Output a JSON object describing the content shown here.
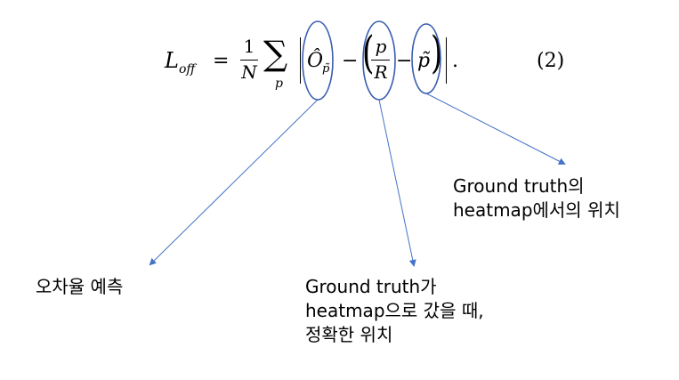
{
  "equation": {
    "lhs_L": "L",
    "lhs_sub": "off",
    "equals": "=",
    "one": "1",
    "N": "N",
    "sum": "∑",
    "sum_index": "p",
    "O": "Ô",
    "O_sub": "p̃",
    "minus1": "−",
    "p": "p",
    "R": "R",
    "minus2": "−",
    "p_tilde": "p̃",
    "period": ".",
    "number": "(2)"
  },
  "annotations": {
    "left": "오차율 예측",
    "middle": [
      "Ground truth가",
      "heatmap으로 갔을 때,",
      "정확한 위치"
    ],
    "right": [
      "Ground truth의",
      "heatmap에서의 위치"
    ]
  },
  "colors": {
    "annotation_line": "#4472c4",
    "text": "#000000"
  }
}
